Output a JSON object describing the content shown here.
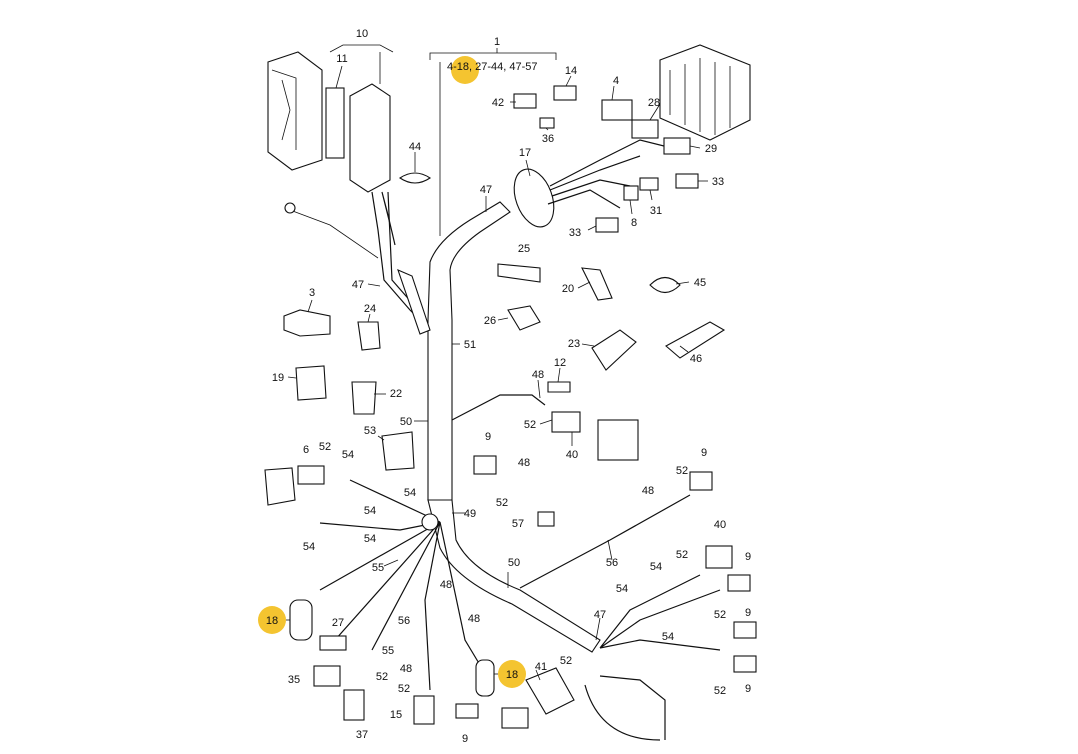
{
  "colors": {
    "highlight": "#f4c430",
    "line": "#111111",
    "background": "#ffffff"
  },
  "header": {
    "main_number": "1",
    "range_pre": "4-",
    "range_hl": "18",
    "range_post": ", 27-44, 47-57"
  },
  "callouts": [
    {
      "id": "c10",
      "text": "10"
    },
    {
      "id": "c11",
      "text": "11"
    },
    {
      "id": "c14",
      "text": "14"
    },
    {
      "id": "c4",
      "text": "4"
    },
    {
      "id": "c42",
      "text": "42"
    },
    {
      "id": "c36",
      "text": "36"
    },
    {
      "id": "c28",
      "text": "28"
    },
    {
      "id": "c29",
      "text": "29"
    },
    {
      "id": "c44",
      "text": "44"
    },
    {
      "id": "c17",
      "text": "17"
    },
    {
      "id": "c47a",
      "text": "47"
    },
    {
      "id": "c33a",
      "text": "33"
    },
    {
      "id": "c31",
      "text": "31"
    },
    {
      "id": "c8",
      "text": "8"
    },
    {
      "id": "c33b",
      "text": "33"
    },
    {
      "id": "c25",
      "text": "25"
    },
    {
      "id": "c45",
      "text": "45"
    },
    {
      "id": "c20",
      "text": "20"
    },
    {
      "id": "c47b",
      "text": "47"
    },
    {
      "id": "c3",
      "text": "3"
    },
    {
      "id": "c24",
      "text": "24"
    },
    {
      "id": "c26",
      "text": "26"
    },
    {
      "id": "c51",
      "text": "51"
    },
    {
      "id": "c23",
      "text": "23"
    },
    {
      "id": "c46",
      "text": "46"
    },
    {
      "id": "c12",
      "text": "12"
    },
    {
      "id": "c19",
      "text": "19"
    },
    {
      "id": "c22",
      "text": "22"
    },
    {
      "id": "c48a",
      "text": "48"
    },
    {
      "id": "c50a",
      "text": "50"
    },
    {
      "id": "c52a",
      "text": "52"
    },
    {
      "id": "c53",
      "text": "53"
    },
    {
      "id": "c40a",
      "text": "40"
    },
    {
      "id": "c6",
      "text": "6"
    },
    {
      "id": "c52b",
      "text": "52"
    },
    {
      "id": "c54a",
      "text": "54"
    },
    {
      "id": "c9a",
      "text": "9"
    },
    {
      "id": "c48b",
      "text": "48"
    },
    {
      "id": "c52c",
      "text": "52"
    },
    {
      "id": "c9b",
      "text": "9"
    },
    {
      "id": "c52d",
      "text": "52"
    },
    {
      "id": "c54b",
      "text": "54"
    },
    {
      "id": "c48c",
      "text": "48"
    },
    {
      "id": "c54c",
      "text": "54"
    },
    {
      "id": "c49",
      "text": "49"
    },
    {
      "id": "c57",
      "text": "57"
    },
    {
      "id": "c54d",
      "text": "54"
    },
    {
      "id": "c54e",
      "text": "54"
    },
    {
      "id": "c40b",
      "text": "40"
    },
    {
      "id": "c56a",
      "text": "56"
    },
    {
      "id": "c55a",
      "text": "55"
    },
    {
      "id": "c52e",
      "text": "52"
    },
    {
      "id": "c9c",
      "text": "9"
    },
    {
      "id": "c50b",
      "text": "50"
    },
    {
      "id": "c48d",
      "text": "48"
    },
    {
      "id": "c54f",
      "text": "54"
    },
    {
      "id": "c52f",
      "text": "52"
    },
    {
      "id": "c27",
      "text": "27"
    },
    {
      "id": "c56b",
      "text": "56"
    },
    {
      "id": "c48e",
      "text": "48"
    },
    {
      "id": "c47c",
      "text": "47"
    },
    {
      "id": "c54g",
      "text": "54"
    },
    {
      "id": "c54h",
      "text": "54"
    },
    {
      "id": "c9d",
      "text": "9"
    },
    {
      "id": "c55b",
      "text": "55"
    },
    {
      "id": "c41",
      "text": "41"
    },
    {
      "id": "c52g",
      "text": "52"
    },
    {
      "id": "c35",
      "text": "35"
    },
    {
      "id": "c52h",
      "text": "52"
    },
    {
      "id": "c48f",
      "text": "48"
    },
    {
      "id": "c52i",
      "text": "52"
    },
    {
      "id": "c52j",
      "text": "52"
    },
    {
      "id": "c9e",
      "text": "9"
    },
    {
      "id": "c15",
      "text": "15"
    },
    {
      "id": "c9f",
      "text": "9"
    },
    {
      "id": "c37",
      "text": "37"
    }
  ],
  "highlighted_callouts": [
    {
      "id": "h18a",
      "text": "18"
    },
    {
      "id": "h18b",
      "text": "18"
    }
  ]
}
